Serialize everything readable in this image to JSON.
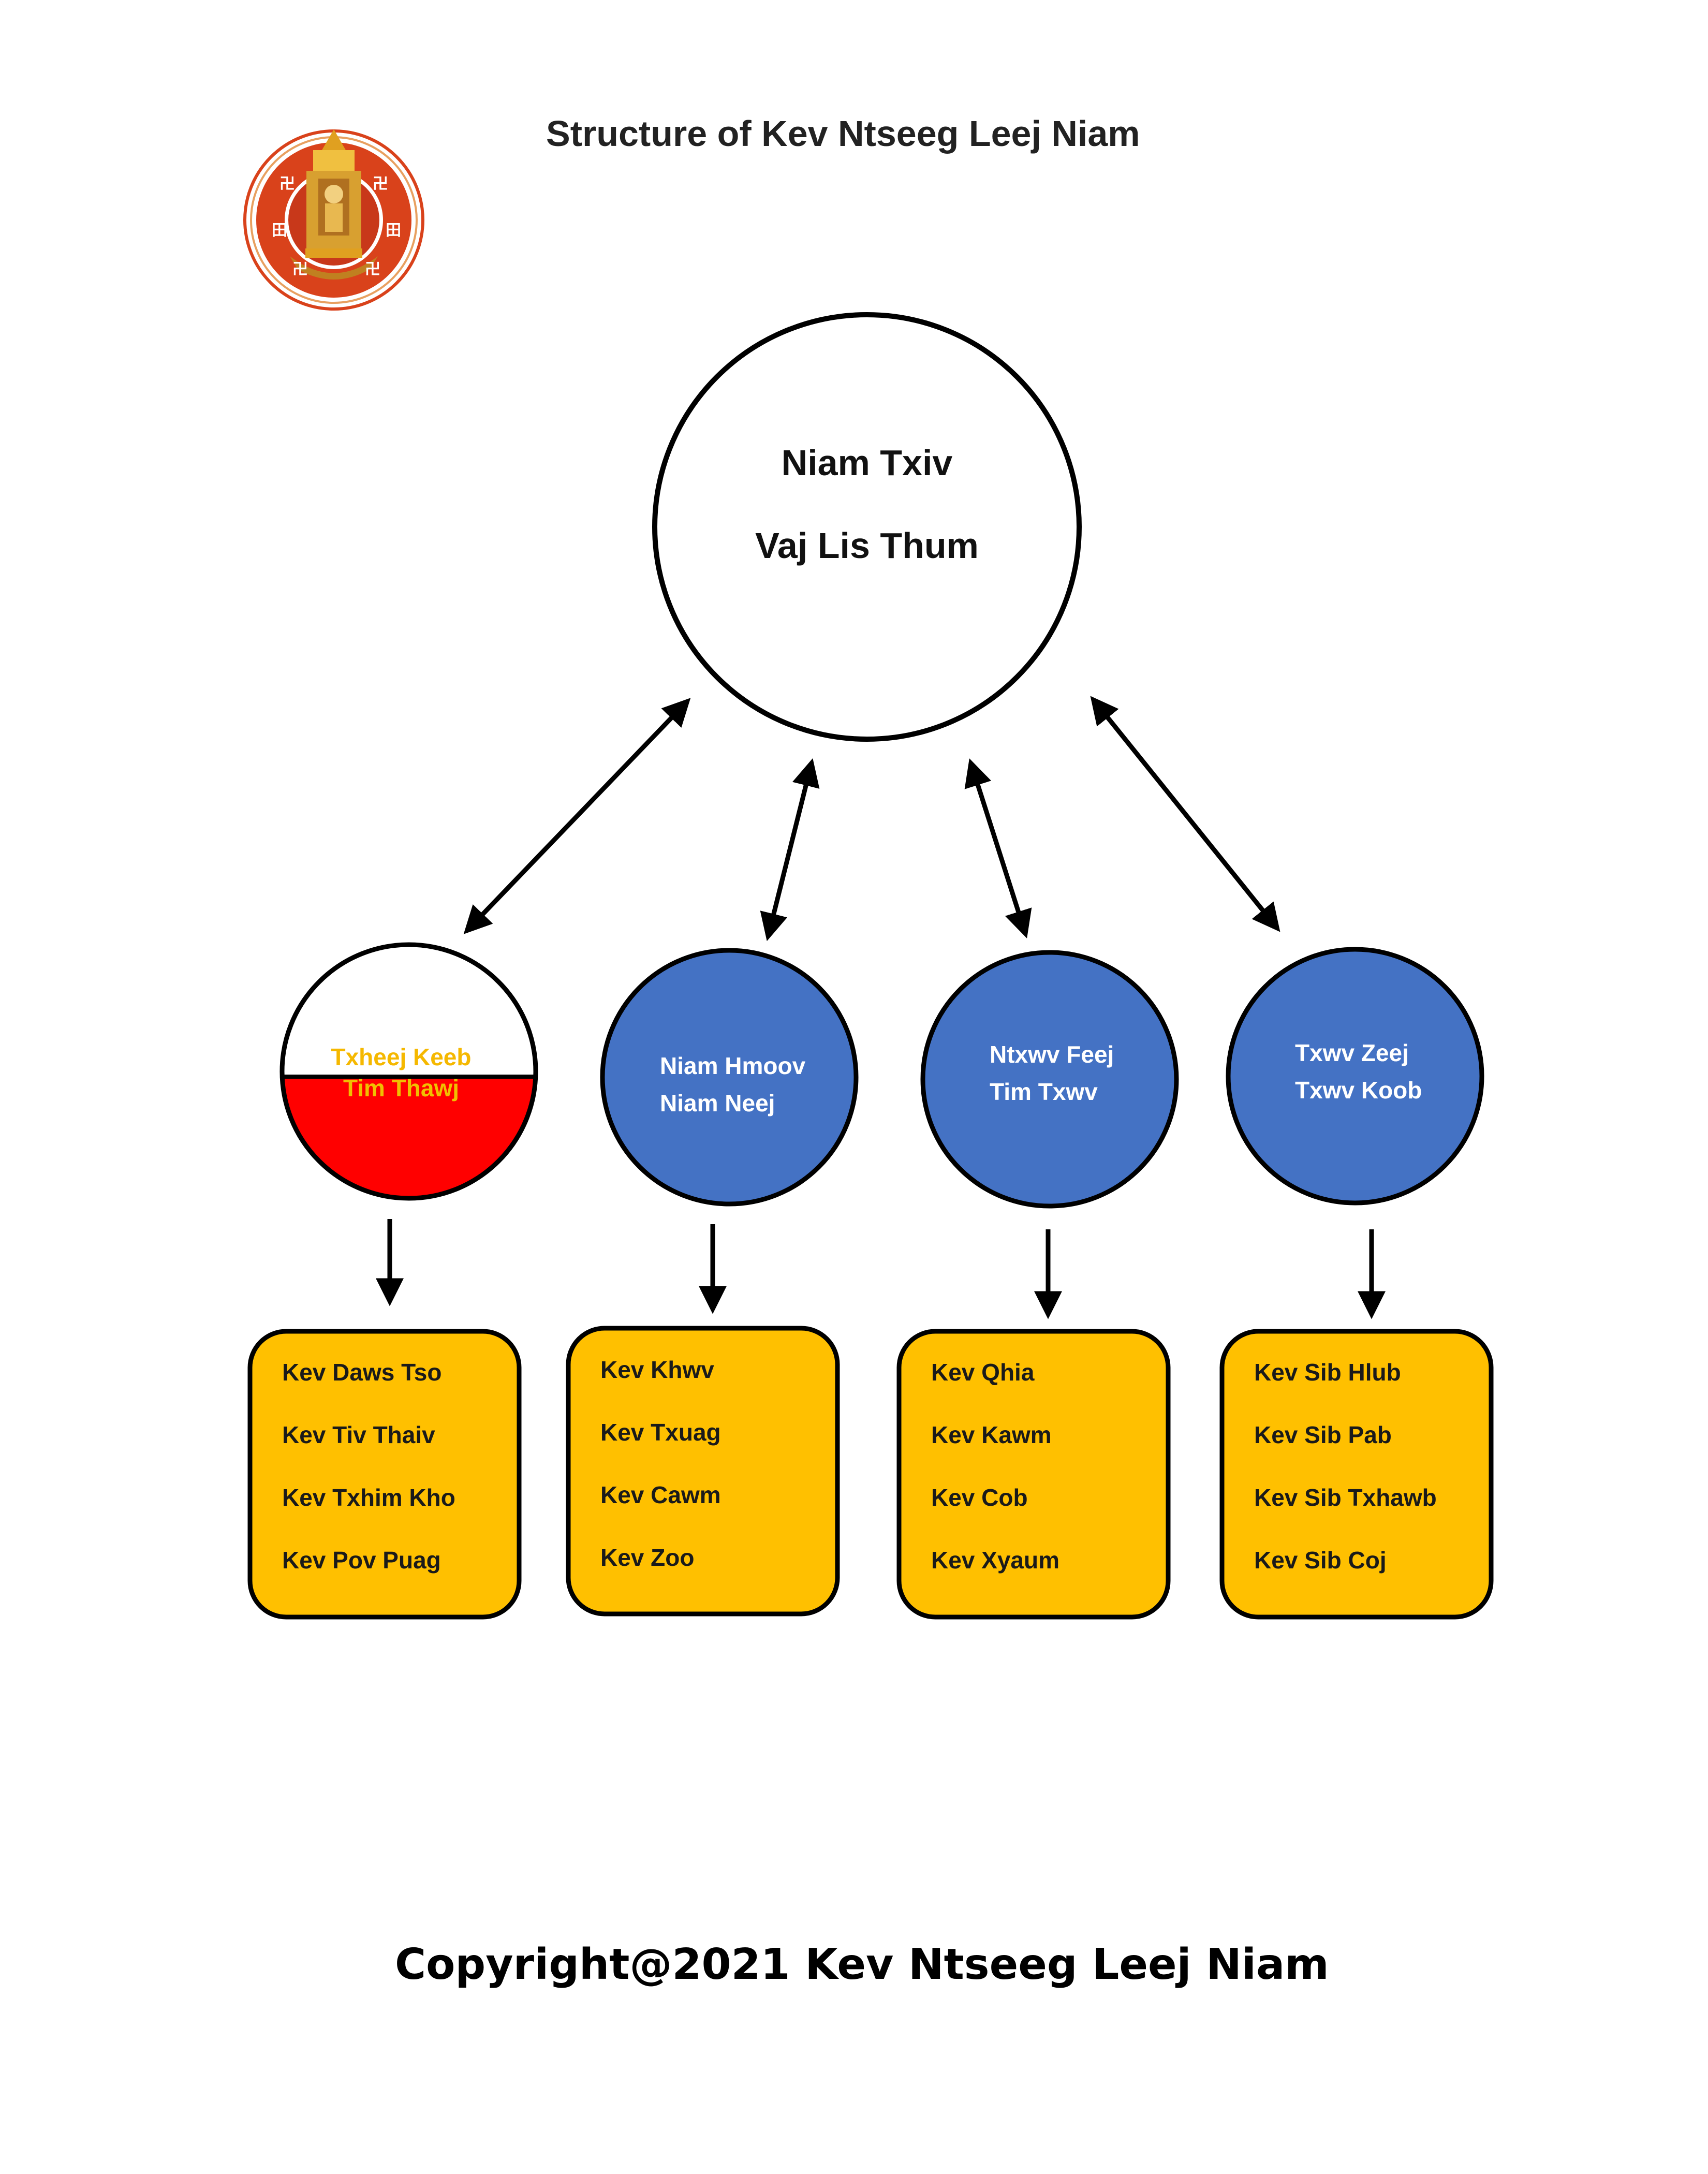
{
  "title": "Structure of Kev Ntseeg Leej Niam",
  "copyright": "Copyright@2021 Kev Ntseeg Leej Niam",
  "emblem": {
    "icon": "temple-emblem-icon",
    "colors": {
      "ring": "#d9421b",
      "gold": "#e0a020"
    }
  },
  "top_node": {
    "line1": "Niam Txiv",
    "line2": "Vaj Lis Thum"
  },
  "nodes": [
    {
      "line1": "Txheej Keeb",
      "line2": "Tim Thawj",
      "fill_top": "#ffffff",
      "fill_bottom": "#ff0000",
      "text_color_1": "#f5b800",
      "text_color_2": "#f0c000"
    },
    {
      "line1": "Niam Hmoov",
      "line2": "Niam Neej",
      "fill": "#4472c4"
    },
    {
      "line1": "Ntxwv Feej",
      "line2": "Tim Txwv",
      "fill": "#4472c4"
    },
    {
      "line1": "Txwv Zeej",
      "line2": "Txwv Koob",
      "fill": "#4472c4"
    }
  ],
  "boxes": [
    {
      "items": [
        "Kev Daws Tso",
        "Kev Tiv Thaiv",
        "Kev Txhim Kho",
        "Kev Pov Puag"
      ]
    },
    {
      "items": [
        "Kev Khwv",
        "Kev Txuag",
        "Kev Cawm",
        "Kev Zoo"
      ]
    },
    {
      "items": [
        "Kev Qhia",
        "Kev Kawm",
        "Kev Cob",
        "Kev Xyaum"
      ]
    },
    {
      "items": [
        "Kev Sib Hlub",
        "Kev Sib Pab",
        "Kev Sib Txhawb",
        "Kev Sib Coj"
      ]
    }
  ],
  "colors": {
    "box_fill": "#ffc000",
    "node_blue": "#4472c4",
    "red_half": "#ff0000"
  }
}
